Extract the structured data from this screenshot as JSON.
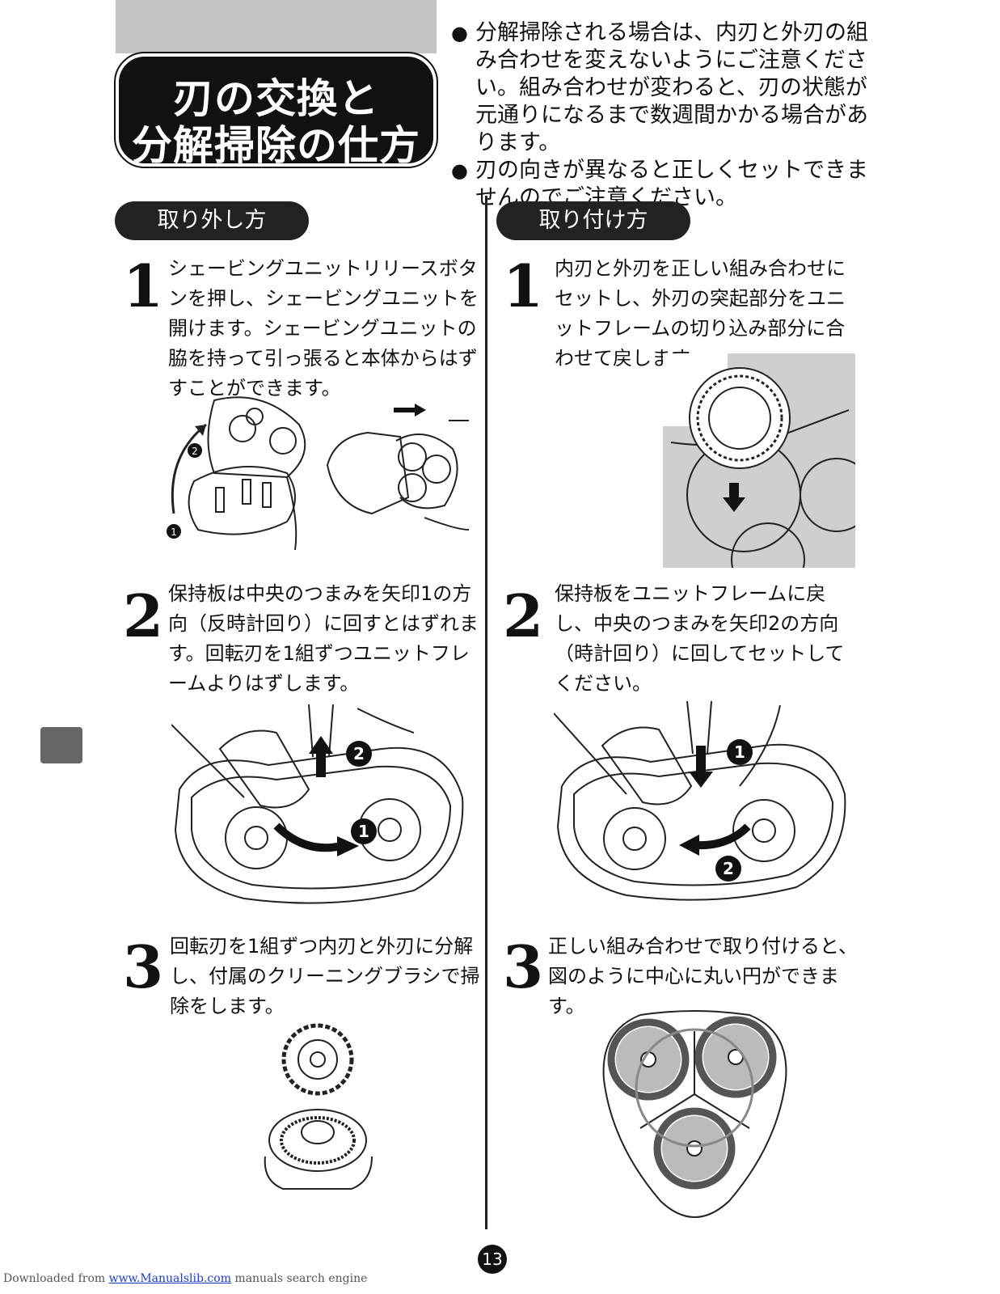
{
  "title": {
    "line1": "刃の交換と",
    "line2": "分解掃除の仕方"
  },
  "notes": [
    {
      "bullet": "●",
      "text": "分解掃除される場合は、内刃と外刃の組み合わせを変えないようにご注意ください。組み合わせが変わると、刃の状態が元通りになるまで数週間かかる場合があります。"
    },
    {
      "bullet": "●",
      "text": "刃の向きが異なると正しくセットできませんのでご注意ください。"
    }
  ],
  "left": {
    "heading": "取り外し方",
    "steps": [
      {
        "num": "1",
        "text": "シェービングユニットリリースボタンを押し、シェービングユニットを開けます。シェービングユニットの脇を持って引っ張ると本体からはずすことができます。"
      },
      {
        "num": "2",
        "text": "保持板は中央のつまみを矢印1の方向（反時計回り）に回すとはずれます。回転刃を1組ずつユニットフレームよりはずします。"
      },
      {
        "num": "3",
        "text": "回転刃を1組ずつ内刃と外刃に分解し、付属のクリーニングブラシで掃除をします。"
      }
    ]
  },
  "right": {
    "heading": "取り付け方",
    "steps": [
      {
        "num": "1",
        "text": "内刃と外刃を正しい組み合わせにセットし、外刃の突起部分をユニットフレームの切り込み部分に合わせて戻します。"
      },
      {
        "num": "2",
        "text": "保持板をユニットフレームに戻し、中央のつまみを矢印2の方向（時計回り）に回してセットしてください。"
      },
      {
        "num": "3",
        "text": "正しい組み合わせで取り付けると、図のように中心に丸い円ができます。"
      }
    ]
  },
  "markers": {
    "one": "❶",
    "two": "❷",
    "one_plain": "1",
    "two_plain": "2"
  },
  "page_number": "13",
  "footer": {
    "prefix": "Downloaded from ",
    "link": "www.Manualslib.com",
    "suffix": " manuals search engine"
  }
}
